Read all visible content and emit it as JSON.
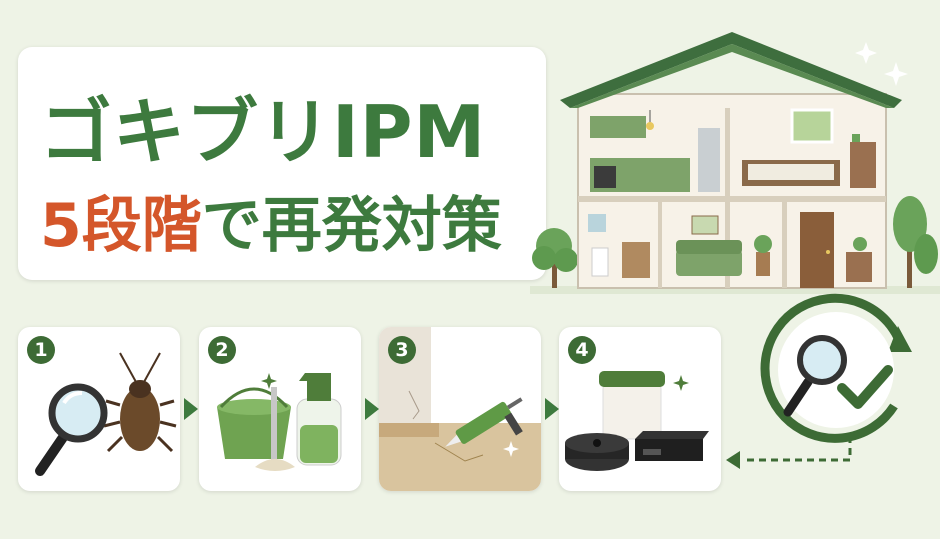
{
  "title": {
    "line1": "ゴキブリIPM",
    "line2_accent": "5段階",
    "line2_rest": "で再発対策"
  },
  "steps": [
    {
      "number": "1",
      "icon": "magnifier-cockroach-icon"
    },
    {
      "number": "2",
      "icon": "cleaning-bucket-spray-icon"
    },
    {
      "number": "3",
      "icon": "caulking-gun-icon"
    },
    {
      "number": "4",
      "icon": "bait-station-trap-icon"
    }
  ],
  "colors": {
    "green": "#3d7a3e",
    "dark_green": "#3d6b35",
    "orange": "#d4562a",
    "background": "#eef3e6"
  }
}
